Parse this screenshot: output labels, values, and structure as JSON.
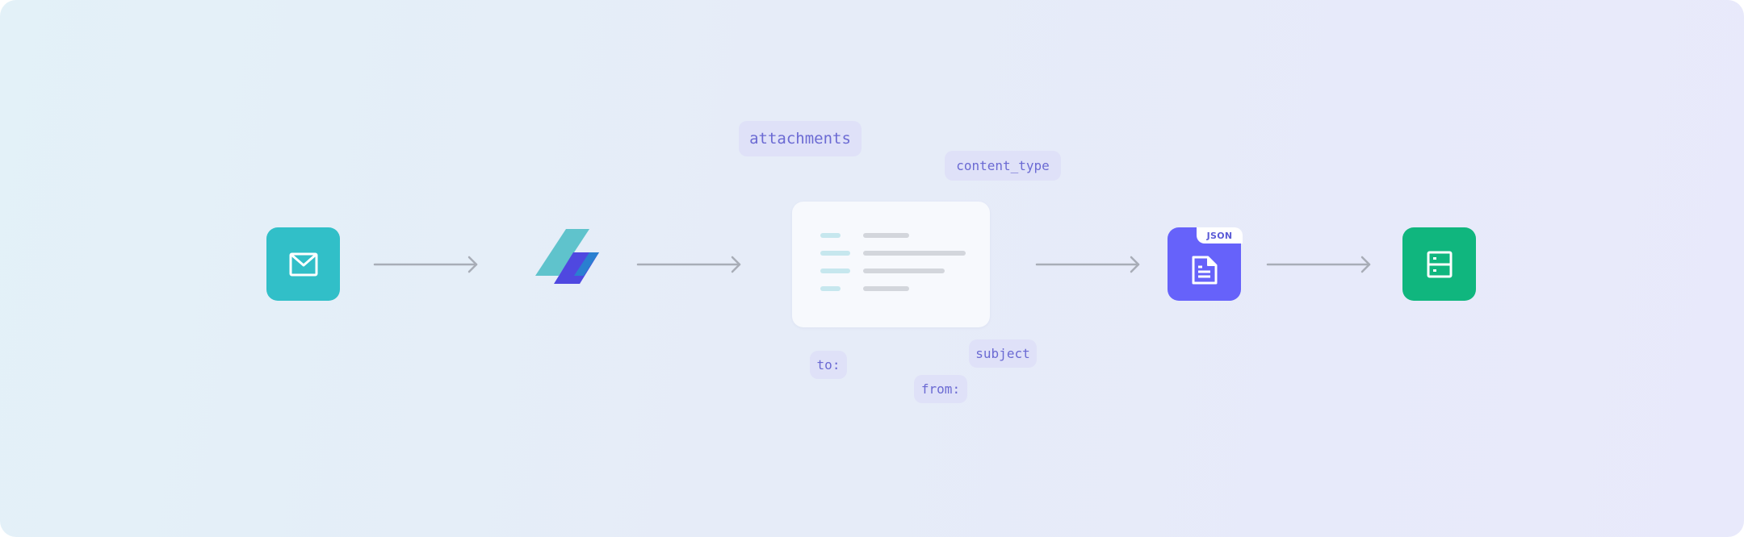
{
  "diagram": {
    "nodes": [
      {
        "id": "email",
        "icon": "envelope-icon",
        "color": "#31bfc8"
      },
      {
        "id": "processor",
        "icon": "lightning-logo-icon",
        "colors": [
          "#5fc3cc",
          "#2a7fd0",
          "#4f48e0"
        ]
      },
      {
        "id": "parsed-email",
        "icon": "document-card"
      },
      {
        "id": "json-output",
        "icon": "json-file-icon",
        "color": "#6662fa",
        "badge": "JSON"
      },
      {
        "id": "storage",
        "icon": "database-icon",
        "color": "#10b67e"
      }
    ],
    "fields": {
      "attachments": "attachments",
      "content_type": "content_type",
      "subject": "subject",
      "to": "to:",
      "from": "from:"
    }
  }
}
